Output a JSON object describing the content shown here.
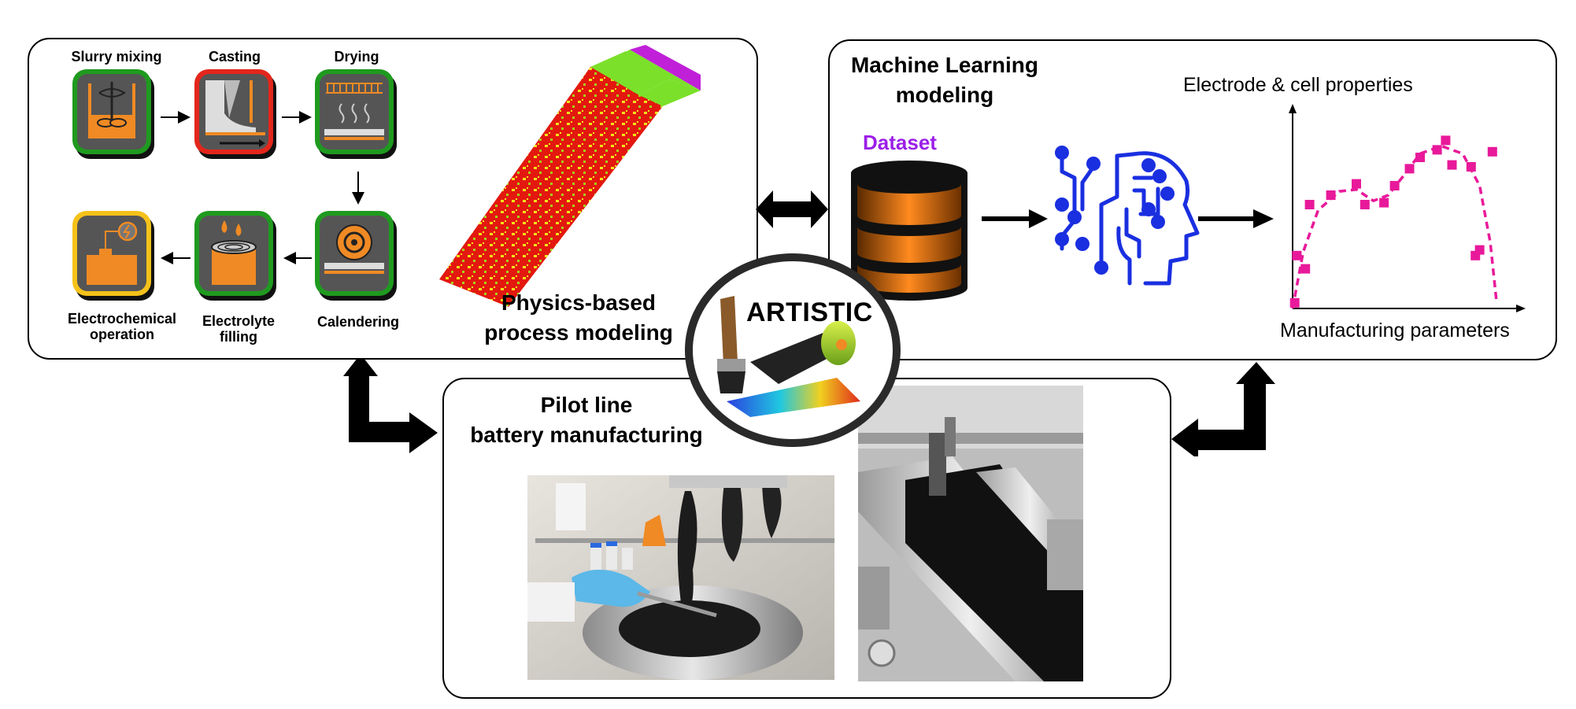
{
  "physics": {
    "title_line1": "Physics-based",
    "title_line2": "process modeling",
    "steps": [
      {
        "id": "slurry",
        "label": "Slurry mixing",
        "border": "#1f9a1f"
      },
      {
        "id": "casting",
        "label": "Casting",
        "border": "#e3261c"
      },
      {
        "id": "drying",
        "label": "Drying",
        "border": "#1f9a1f"
      },
      {
        "id": "calendering",
        "label": "Calendering",
        "border": "#1f9a1f"
      },
      {
        "id": "electrolyte",
        "label_line1": "Electrolyte",
        "label_line2": "filling",
        "border": "#1f9a1f"
      },
      {
        "id": "electrochem",
        "label_line1": "Electrochemical",
        "label_line2": "operation",
        "border": "#f5c21a"
      }
    ]
  },
  "ml": {
    "title_line1": "Machine Learning",
    "title_line2": "modeling",
    "dataset_label": "Dataset",
    "dataset_color": "#9b1fe8",
    "brain_color": "#1a2fe0",
    "point_color": "#e8199a",
    "chart_y_label": "Electrode & cell properties",
    "chart_x_label": "Manufacturing parameters"
  },
  "pilot": {
    "title_line1": "Pilot line",
    "title_line2": "battery manufacturing"
  },
  "logo": {
    "text": "ARTISTIC"
  },
  "chart_data": {
    "type": "scatter",
    "xlabel": "Manufacturing parameters",
    "ylabel": "Electrode & cell properties",
    "xlim": [
      0,
      100
    ],
    "ylim": [
      0,
      100
    ],
    "points": [
      [
        1,
        3
      ],
      [
        2,
        28
      ],
      [
        6,
        21
      ],
      [
        8,
        55
      ],
      [
        18,
        60
      ],
      [
        30,
        66
      ],
      [
        34,
        55
      ],
      [
        43,
        56
      ],
      [
        48,
        65
      ],
      [
        55,
        74
      ],
      [
        60,
        80
      ],
      [
        68,
        84
      ],
      [
        72,
        89
      ],
      [
        75,
        76
      ],
      [
        84,
        75
      ],
      [
        86,
        28
      ],
      [
        88,
        31
      ],
      [
        94,
        83
      ]
    ],
    "trend": [
      [
        0,
        0
      ],
      [
        5,
        30
      ],
      [
        12,
        52
      ],
      [
        22,
        62
      ],
      [
        30,
        63
      ],
      [
        38,
        57
      ],
      [
        45,
        60
      ],
      [
        52,
        70
      ],
      [
        60,
        82
      ],
      [
        70,
        86
      ],
      [
        80,
        82
      ],
      [
        88,
        65
      ],
      [
        93,
        35
      ],
      [
        96,
        3
      ]
    ]
  }
}
